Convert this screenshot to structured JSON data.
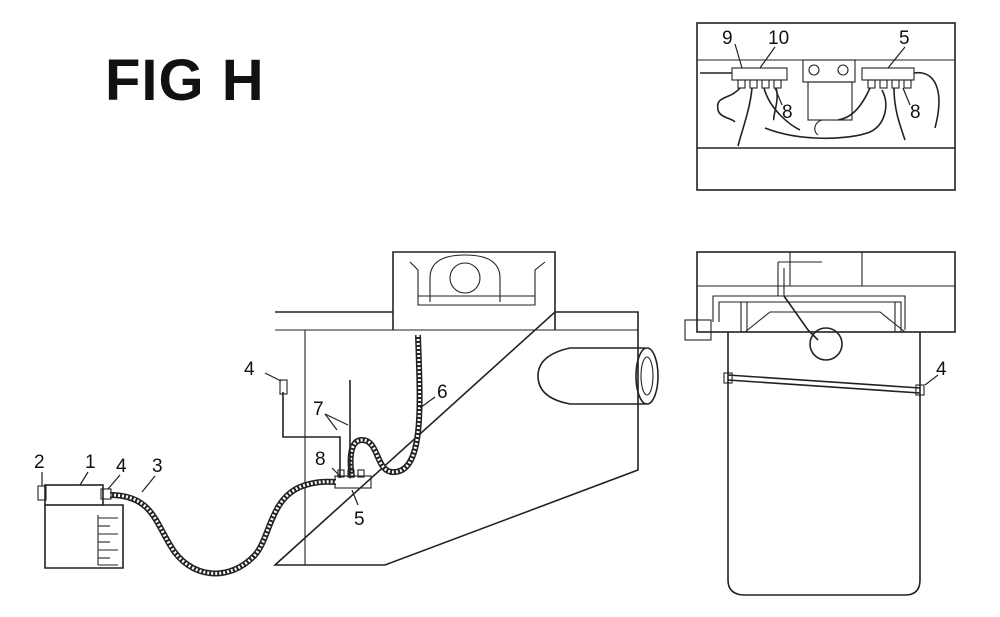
{
  "figure": {
    "title": "FIG H"
  },
  "callouts": {
    "c1": "1",
    "c2": "2",
    "c3": "3",
    "c4a": "4",
    "c4b": "4",
    "c4c": "4",
    "c5a": "5",
    "c5b": "5",
    "c6": "6",
    "c7": "7",
    "c8a": "8",
    "c8b": "8",
    "c8c": "8",
    "c9": "9",
    "c10": "10"
  },
  "colors": {
    "line": "#222222",
    "background": "#ffffff"
  }
}
